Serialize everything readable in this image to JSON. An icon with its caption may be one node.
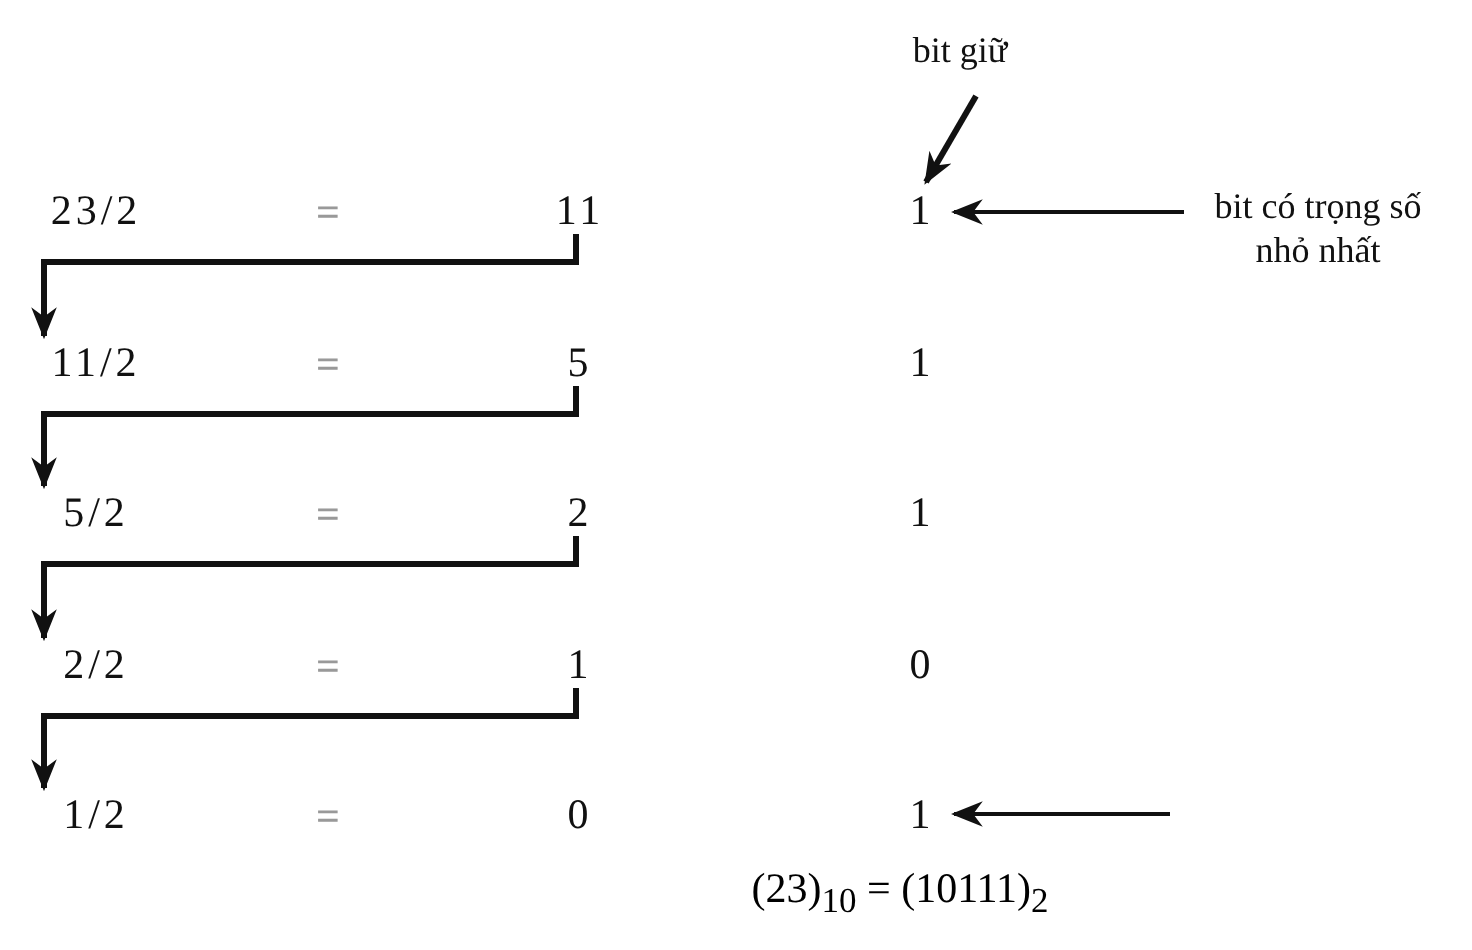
{
  "diagram": {
    "nodes": [
      {
        "text": [
          "bit giữ"
        ]
      },
      {
        "text": [
          "23/2"
        ]
      },
      {
        "text": [
          "11"
        ]
      },
      {
        "text": [
          "1"
        ]
      },
      {
        "text": [
          "bit có trọng số nhỏ nhất"
        ]
      },
      {
        "text": [
          "11/2"
        ]
      },
      {
        "text": [
          "5"
        ]
      },
      {
        "text": [
          "1"
        ]
      },
      {
        "text": [
          "5/2"
        ]
      },
      {
        "text": [
          "2"
        ]
      },
      {
        "text": [
          "1"
        ]
      },
      {
        "text": [
          "2/2"
        ]
      },
      {
        "text": [
          "1"
        ]
      },
      {
        "text": [
          "0"
        ]
      },
      {
        "text": [
          "1/2"
        ]
      },
      {
        "text": [
          "0"
        ]
      },
      {
        "text": [
          "1"
        ]
      }
    ],
    "edges": [
      {
        "from": 0,
        "to": 3,
        "arrow": "to"
      },
      {
        "from": 4,
        "to": 3,
        "arrow": "to"
      },
      {
        "from": 2,
        "to": 5,
        "arrow": "to"
      },
      {
        "from": 6,
        "to": 8,
        "arrow": "to"
      },
      {
        "from": 9,
        "to": 11,
        "arrow": "to"
      },
      {
        "from": 12,
        "to": 14,
        "arrow": "to"
      },
      {
        "from": null,
        "to": 16,
        "arrow": "to"
      }
    ],
    "labels": [
      "=",
      "=",
      "=",
      "=",
      "=",
      "(23)$_{10}$ = (10111)$_{2}$"
    ]
  }
}
